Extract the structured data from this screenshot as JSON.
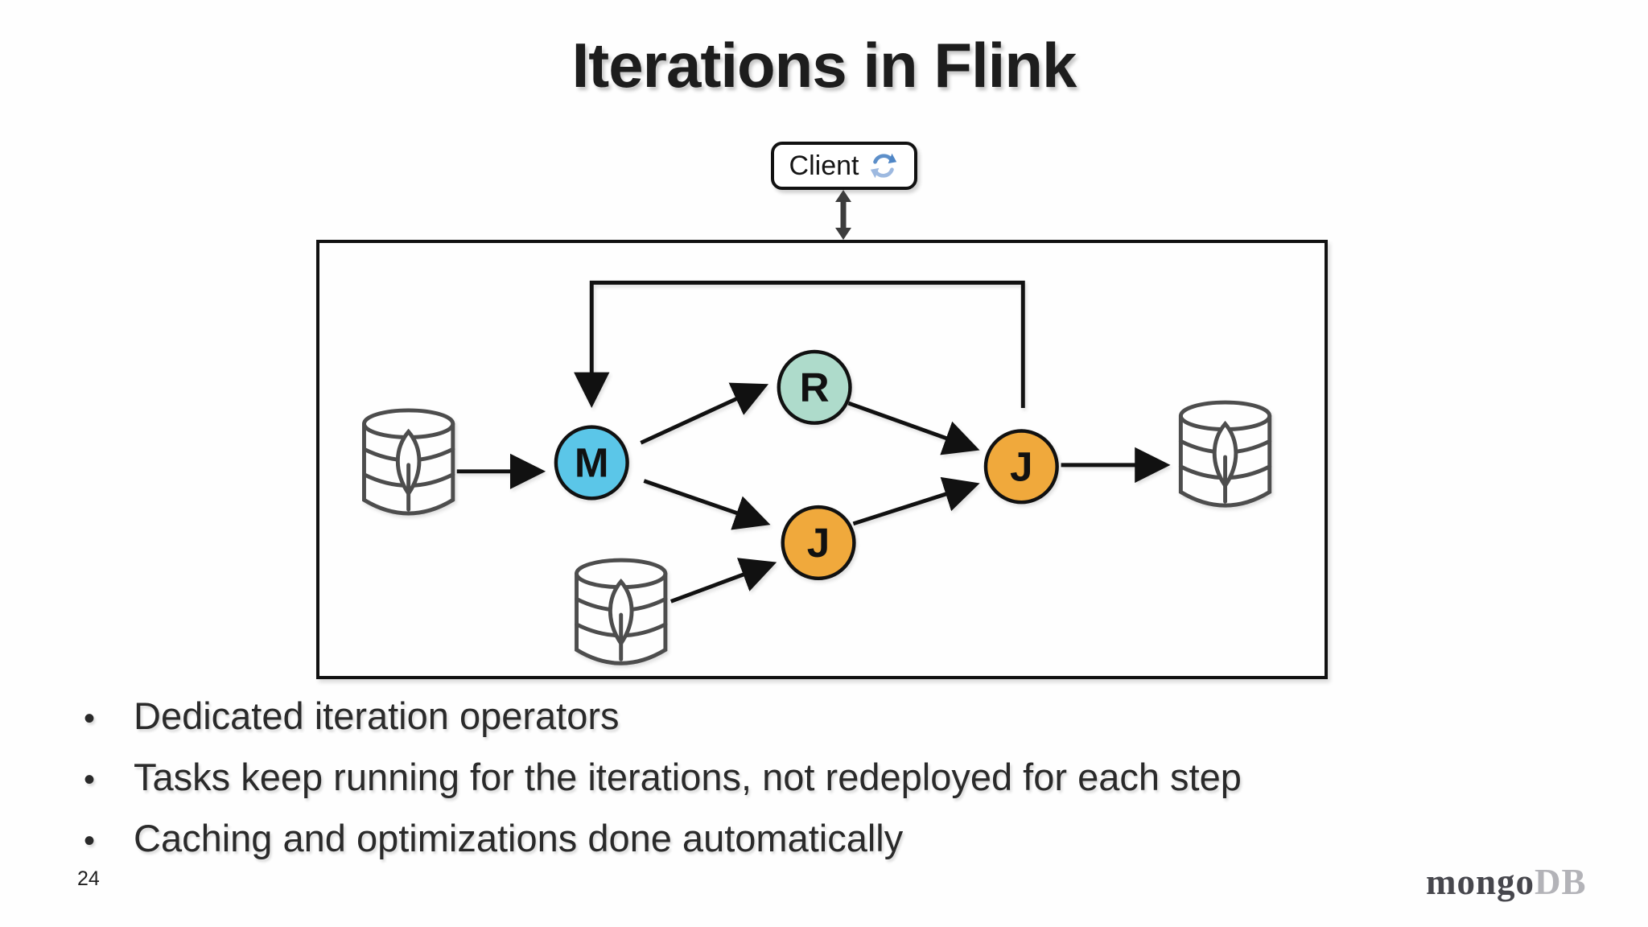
{
  "slide": {
    "title": "Iterations in Flink",
    "page_number": "24"
  },
  "client": {
    "label": "Client",
    "icon": "sync-icon"
  },
  "diagram": {
    "nodes": [
      {
        "id": "map",
        "label": "M",
        "color": "#5bc6e8"
      },
      {
        "id": "reduce",
        "label": "R",
        "color": "#aedbcb"
      },
      {
        "id": "join-lower",
        "label": "J",
        "color": "#f0a93c"
      },
      {
        "id": "join-right",
        "label": "J",
        "color": "#f0a93c"
      }
    ],
    "datastores": [
      {
        "id": "source-db",
        "icon": "mongodb-database-icon"
      },
      {
        "id": "side-input-db",
        "icon": "mongodb-database-icon"
      },
      {
        "id": "sink-db",
        "icon": "mongodb-database-icon"
      }
    ],
    "edges": [
      {
        "from": "source-db",
        "to": "map"
      },
      {
        "from": "map",
        "to": "reduce"
      },
      {
        "from": "map",
        "to": "join-lower"
      },
      {
        "from": "side-input-db",
        "to": "join-lower"
      },
      {
        "from": "reduce",
        "to": "join-right"
      },
      {
        "from": "join-lower",
        "to": "join-right"
      },
      {
        "from": "join-right",
        "to": "sink-db"
      },
      {
        "from": "join-right",
        "to": "map",
        "type": "iteration-feedback"
      },
      {
        "from": "client",
        "to": "dataflow",
        "type": "bidirectional"
      }
    ]
  },
  "bullets": {
    "marker": "•",
    "items": [
      "Dedicated iteration operators",
      "Tasks keep running for the iterations, not redeployed for each step",
      "Caching and optimizations done automatically"
    ]
  },
  "logo": {
    "prefix": "mongo",
    "suffix": "DB"
  },
  "colors": {
    "node_border": "#111111",
    "arrow": "#111111",
    "db_stroke": "#4d4d4d",
    "sync_dark": "#4f86c6",
    "sync_light": "#9db9e0",
    "logo_mongo": "#47474d",
    "logo_db": "#b3b3b8"
  }
}
